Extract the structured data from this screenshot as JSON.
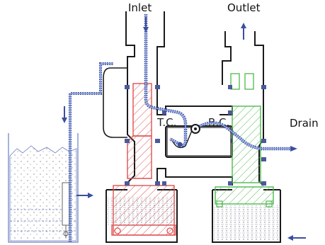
{
  "labels": {
    "inlet": "Inlet",
    "outlet": "Outlet",
    "drain": "Drain",
    "tc": "T.C.",
    "bc": "B.C."
  },
  "colors": {
    "body_outline": "#1a1a1a",
    "flow_blue": "#3a4fa0",
    "flow_blue_light": "#8fa6e0",
    "red_hatch": "#e05050",
    "green_hatch": "#4fb84f",
    "seal_blue": "#4a5a9a",
    "liquid_grey": "#9aa0b0",
    "tank_line": "#6b7fc0"
  },
  "icons": {
    "inlet_arrow": "arrow-down-icon",
    "outlet_arrow": "arrow-up-icon",
    "drain_arrow": "arrow-right-icon",
    "bottom_arrow": "arrow-left-icon"
  }
}
